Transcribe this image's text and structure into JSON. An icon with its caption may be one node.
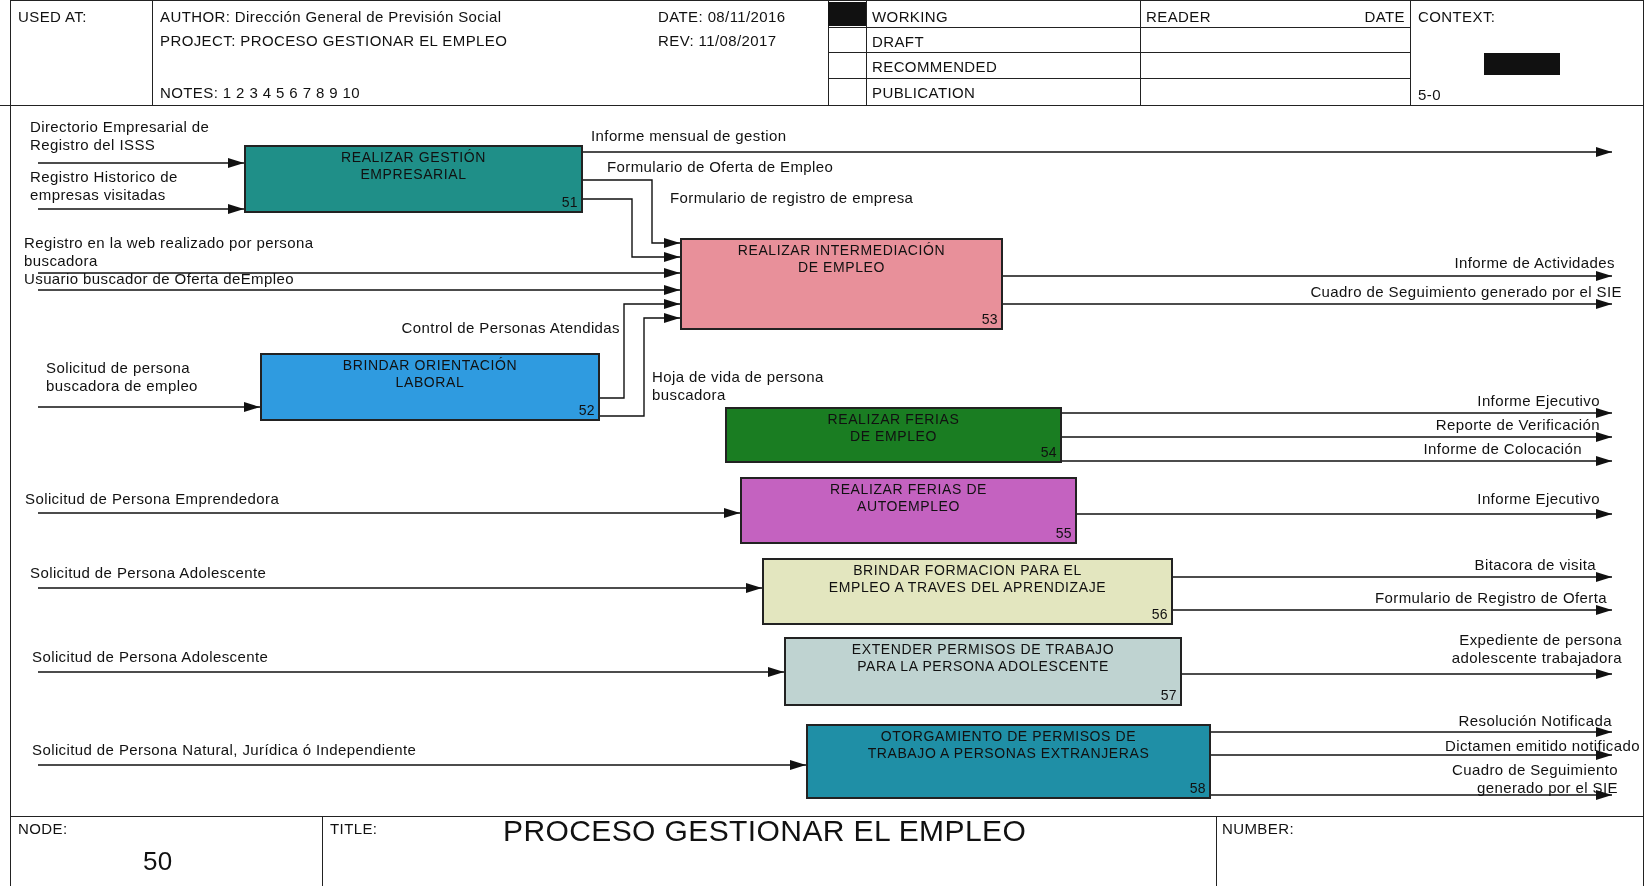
{
  "diagram": {
    "title": "PROCESO GESTIONAR EL EMPLEO",
    "nodes": [
      {
        "text": [
          "REALIZAR GESTIÓN EMPRESARIAL",
          "51"
        ]
      },
      {
        "text": [
          "REALIZAR INTERMEDIACIÓN DE EMPLEO",
          "53"
        ]
      },
      {
        "text": [
          "BRINDAR ORIENTACIÓN LABORAL",
          "52"
        ]
      },
      {
        "text": [
          "REALIZAR FERIAS DE EMPLEO",
          "54"
        ]
      },
      {
        "text": [
          "REALIZAR FERIAS DE AUTOEMPLEO",
          "55"
        ]
      },
      {
        "text": [
          "BRINDAR FORMACION PARA EL EMPLEO A TRAVES DEL APRENDIZAJE",
          "56"
        ]
      },
      {
        "text": [
          "EXTENDER PERMISOS DE TRABAJO PARA LA PERSONA ADOLESCENTE",
          "57"
        ]
      },
      {
        "text": [
          "OTORGAMIENTO DE PERMISOS DE TRABAJO A PERSONAS EXTRANJERAS",
          "58"
        ]
      }
    ],
    "edges": [
      {
        "from": null,
        "to": 0,
        "arrow": "to",
        "label": "Directorio Empresarial de Registro del ISSS"
      },
      {
        "from": null,
        "to": 0,
        "arrow": "to",
        "label": "Registro Historico de empresas visitadas"
      },
      {
        "from": 0,
        "to": null,
        "arrow": "to",
        "label": "Informe mensual de gestion"
      },
      {
        "from": 0,
        "to": 1,
        "arrow": "to",
        "label": "Formulario de Oferta de Empleo"
      },
      {
        "from": 0,
        "to": 1,
        "arrow": "to",
        "label": "Formulario de registro de empresa"
      },
      {
        "from": null,
        "to": 1,
        "arrow": "to",
        "label": "Registro en la web realizado por persona buscadora"
      },
      {
        "from": null,
        "to": 1,
        "arrow": "to",
        "label": "Usuario buscador de Oferta deEmpleo"
      },
      {
        "from": 2,
        "to": 1,
        "arrow": "to",
        "label": "Control de Personas Atendidas"
      },
      {
        "from": 2,
        "to": 1,
        "arrow": "to",
        "label": "Hoja de vida de persona buscadora"
      },
      {
        "from": null,
        "to": 2,
        "arrow": "to",
        "label": "Solicitud de persona buscadora de empleo"
      },
      {
        "from": 1,
        "to": null,
        "arrow": "to",
        "label": "Informe de Actividades"
      },
      {
        "from": 1,
        "to": null,
        "arrow": "to",
        "label": "Cuadro de Seguimiento generado por el SIE"
      },
      {
        "from": 3,
        "to": null,
        "arrow": "to",
        "label": "Informe Ejecutivo"
      },
      {
        "from": 3,
        "to": null,
        "arrow": "to",
        "label": "Reporte de Verificación"
      },
      {
        "from": 3,
        "to": null,
        "arrow": "to",
        "label": "Informe de Colocación"
      },
      {
        "from": null,
        "to": 4,
        "arrow": "to",
        "label": "Solicitud de Persona Emprendedora"
      },
      {
        "from": 4,
        "to": null,
        "arrow": "to",
        "label": "Informe Ejecutivo"
      },
      {
        "from": null,
        "to": 5,
        "arrow": "to",
        "label": "Solicitud de Persona Adolescente"
      },
      {
        "from": 5,
        "to": null,
        "arrow": "to",
        "label": "Bitacora de visita"
      },
      {
        "from": 5,
        "to": null,
        "arrow": "to",
        "label": "Formulario de Registro de Oferta"
      },
      {
        "from": null,
        "to": 6,
        "arrow": "to",
        "label": "Solicitud de Persona Adolescente"
      },
      {
        "from": 6,
        "to": null,
        "arrow": "to",
        "label": "Expediente de persona adolescente trabajadora"
      },
      {
        "from": null,
        "to": 7,
        "arrow": "to",
        "label": "Solicitud de Persona Natural, Jurídica ó Independiente"
      },
      {
        "from": 7,
        "to": null,
        "arrow": "to",
        "label": "Resolución Notificada"
      },
      {
        "from": 7,
        "to": null,
        "arrow": "to",
        "label": "Dictamen emitido notificado"
      },
      {
        "from": 7,
        "to": null,
        "arrow": "to",
        "label": "Cuadro de Seguimiento generado por el SIE"
      }
    ],
    "labels": [
      "USED AT:",
      "AUTHOR: Dirección General de Previsión Social",
      "DATE: 08/11/2016",
      "WORKING",
      "READER",
      "DATE",
      "CONTEXT:",
      "PROJECT: PROCESO GESTIONAR EL EMPLEO",
      "REV: 11/08/2017",
      "DRAFT",
      "RECOMMENDED",
      "NOTES: 1 2 3 4 5 6 7 8 9 10",
      "PUBLICATION",
      "5-0",
      "NODE:",
      "TITLE:",
      "NUMBER:",
      "50"
    ]
  }
}
